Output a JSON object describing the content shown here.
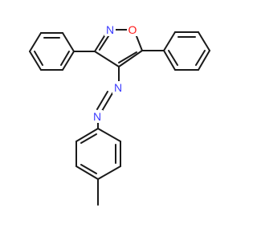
{
  "molecule": {
    "atoms": {
      "ring_n": "N",
      "ring_o": "O",
      "azo_n1": "N",
      "azo_n2": "N"
    },
    "colors": {
      "bond": "#1a1a1a",
      "nitrogen": "#3a3aff",
      "oxygen": "#ff1a1a",
      "background": "#ffffff"
    }
  }
}
